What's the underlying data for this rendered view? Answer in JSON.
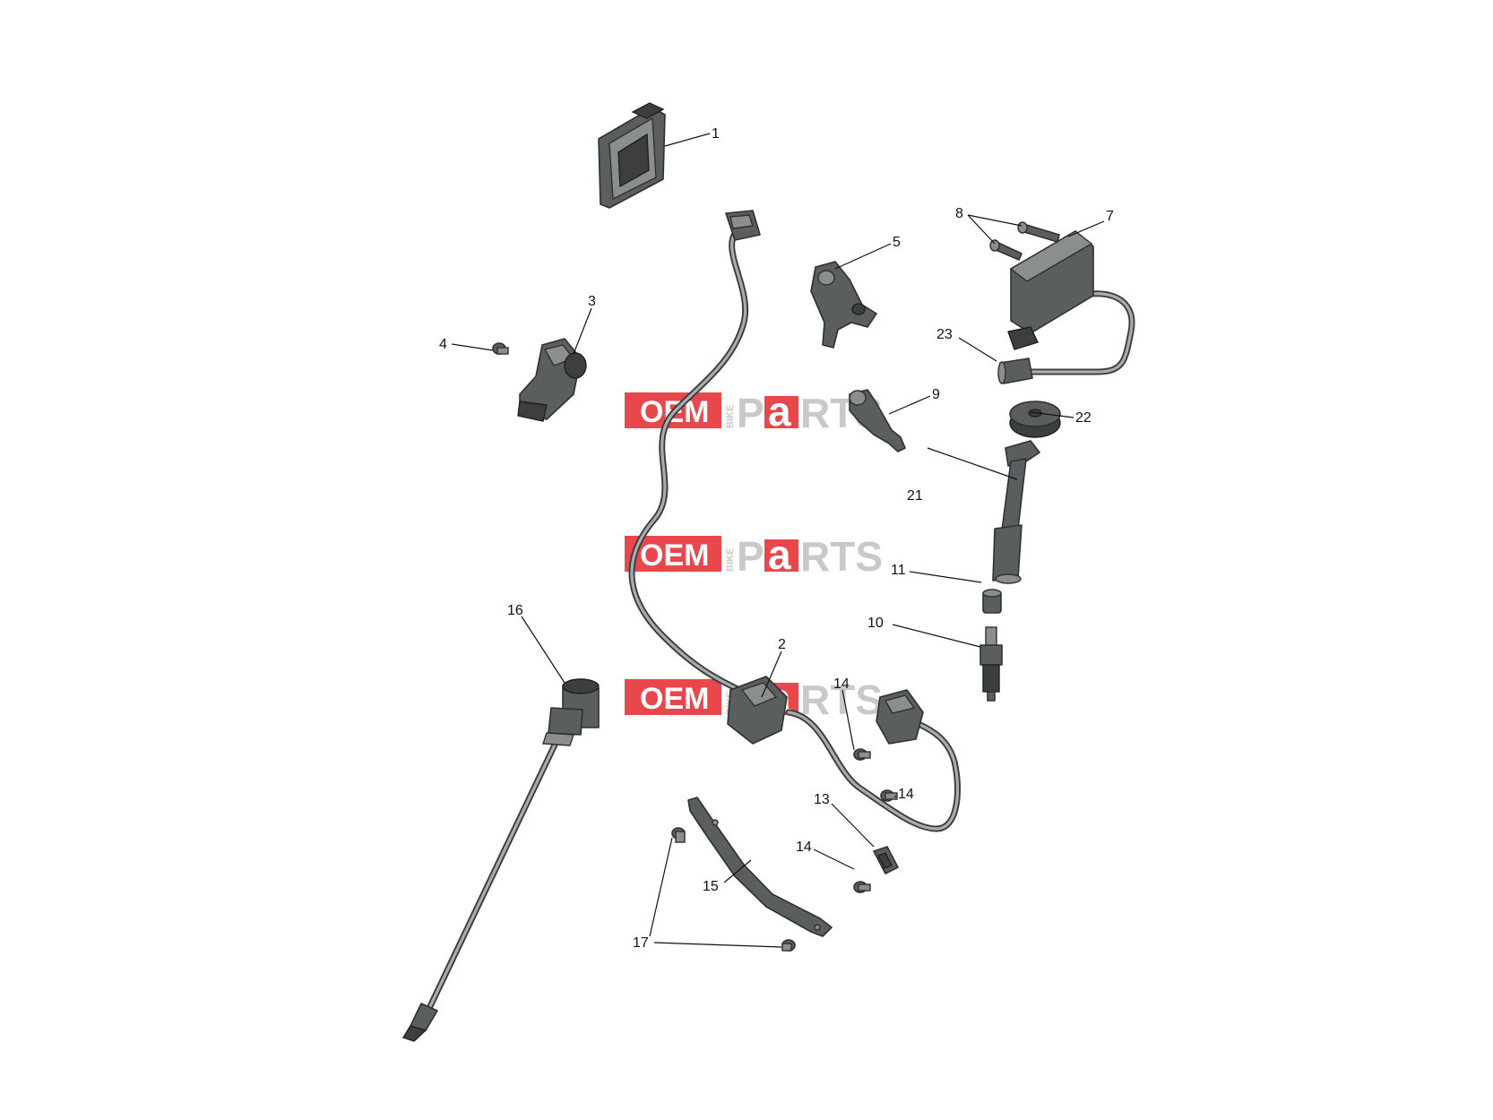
{
  "watermark": {
    "oem": "OEM",
    "bike": "BIKE",
    "p": "P",
    "a": "a",
    "rts": "RTS",
    "brand_color": "#e8474c"
  },
  "callouts": {
    "c1": "1",
    "c2": "2",
    "c3": "3",
    "c4": "4",
    "c5": "5",
    "c7": "7",
    "c8": "8",
    "c9": "9",
    "c10": "10",
    "c11": "11",
    "c13": "13",
    "c14a": "14",
    "c14b": "14",
    "c14c": "14",
    "c15": "15",
    "c16": "16",
    "c17": "17",
    "c21": "21",
    "c22": "22",
    "c23": "23"
  }
}
